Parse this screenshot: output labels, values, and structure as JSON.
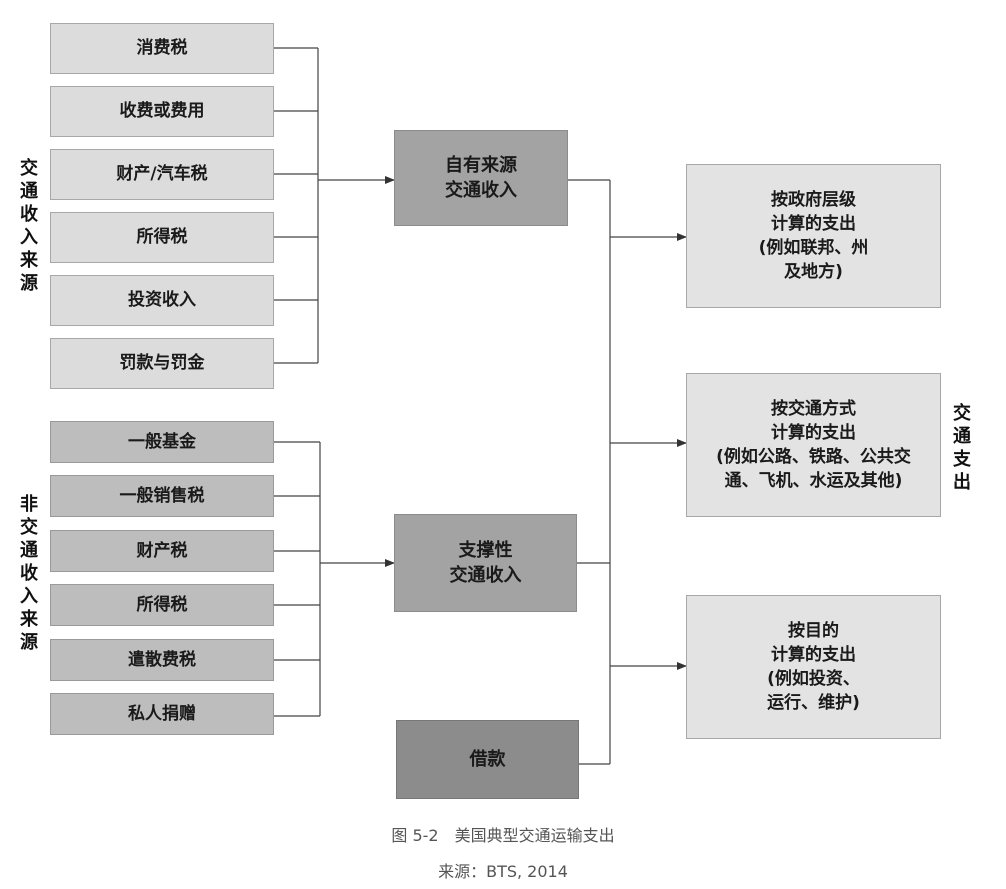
{
  "side_labels": {
    "transport_revenue": "交\n通\n收\n入\n来\n源",
    "non_transport_revenue": "非\n交\n通\n收\n入\n来\n源",
    "transport_expenditure": "交\n通\n支\n出"
  },
  "transport_sources": [
    "消费税",
    "收费或费用",
    "财产/汽车税",
    "所得税",
    "投资收入",
    "罚款与罚金"
  ],
  "non_transport_sources": [
    "一般基金",
    "一般销售税",
    "财产税",
    "所得税",
    "遣散费税",
    "私人捐赠"
  ],
  "middle": {
    "own_revenue": "自有来源\n交通收入",
    "support_revenue": "支撑性\n交通收入",
    "borrowing": "借款"
  },
  "outputs": {
    "by_government": "按政府层级\n计算的支出\n(例如联邦、州\n及地方)",
    "by_mode": "按交通方式\n计算的支出\n(例如公路、铁路、公共交\n通、飞机、水运及其他)",
    "by_purpose": "按目的\n计算的支出\n(例如投资、\n运行、维护)"
  },
  "caption": {
    "figure": "图 5-2　美国典型交通运输支出",
    "source": "来源：BTS, 2014"
  }
}
